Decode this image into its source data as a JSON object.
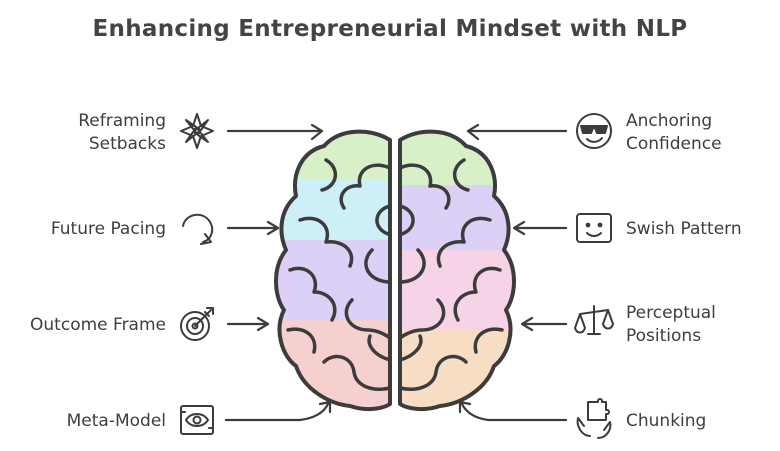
{
  "title": "Enhancing Entrepreneurial Mindset with NLP",
  "left_items": [
    {
      "label": "Reframing\nSetbacks",
      "icon": "compass-rose-icon"
    },
    {
      "label": "Future Pacing",
      "icon": "clockwise-arrow-icon"
    },
    {
      "label": "Outcome Frame",
      "icon": "target-arrow-icon"
    },
    {
      "label": "Meta-Model",
      "icon": "eye-frame-icon"
    }
  ],
  "right_items": [
    {
      "label": "Anchoring\nConfidence",
      "icon": "cool-face-icon"
    },
    {
      "label": "Swish Pattern",
      "icon": "smiley-screen-icon"
    },
    {
      "label": "Perceptual\nPositions",
      "icon": "balance-scale-icon"
    },
    {
      "label": "Chunking",
      "icon": "puzzle-hands-icon"
    }
  ],
  "colors": {
    "lobe_green": "#d7f0c8",
    "lobe_cyan": "#cdeff7",
    "lobe_purple": "#dcd0f7",
    "lobe_pink": "#f6d3e6",
    "lobe_red": "#f6d0cf",
    "lobe_peach": "#f8ddc5",
    "ink": "#3c3c3c"
  }
}
